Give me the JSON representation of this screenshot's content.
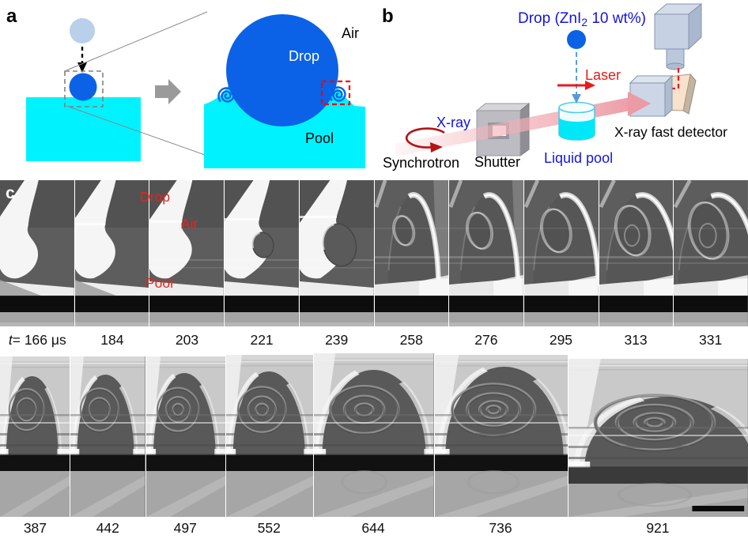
{
  "panels": {
    "a": {
      "label": "a",
      "air": "Air",
      "drop": "Drop",
      "pool": "Pool"
    },
    "b": {
      "label": "b",
      "drop_line": {
        "pre": "Drop (ZnI",
        "sub": "2",
        "post": " 10 wt%)"
      },
      "laser": "Laser",
      "xray": "X-ray",
      "synchrotron": "Synchrotron",
      "shutter": "Shutter",
      "liquid_pool": "Liquid pool",
      "detector": "X-ray fast detector"
    },
    "c": {
      "label": "c",
      "overlay": {
        "drop": "Drop",
        "air": "Air",
        "pool": "Pool"
      },
      "time_unit": "μs",
      "row1_first": {
        "italic": "t",
        "rest": " = 166 μs"
      },
      "row1_labels": [
        "t = 166 μs",
        "184",
        "203",
        "221",
        "239",
        "258",
        "276",
        "295",
        "313",
        "331"
      ],
      "row2_labels": [
        "387",
        "442",
        "497",
        "552",
        "644",
        "736",
        "921"
      ]
    }
  },
  "colors": {
    "pool_cyan": "#00F2FF",
    "drop_blue": "#0B62E6",
    "light_drop": "#B9D0EA",
    "label_red": "#E8231D",
    "blue_text": "#1414DC",
    "laser_red": "#E51C1C",
    "beam_pink": "#EFA9B0",
    "dark_red": "#B41414"
  }
}
